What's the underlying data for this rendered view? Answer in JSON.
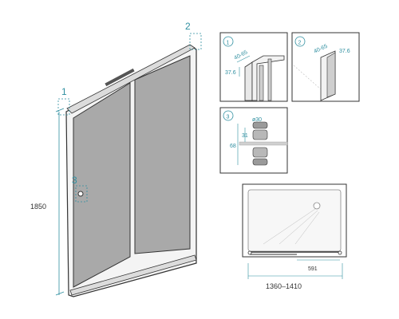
{
  "main": {
    "callout_top_left": "1",
    "callout_top_right": "2",
    "callout_handle": "3",
    "height_label": "1850"
  },
  "detail1": {
    "badge": "1",
    "dim_a": "40-65",
    "dim_b": "37.6"
  },
  "detail2": {
    "badge": "2",
    "dim_a": "40-65",
    "dim_b": "37.6"
  },
  "detail3": {
    "badge": "3",
    "dim_diameter": "ø30",
    "dim_31": "31",
    "dim_68": "68"
  },
  "plan": {
    "width_label": "1360–1410",
    "opening_label": "591"
  },
  "colors": {
    "accent": "#2f8fa0",
    "line": "#333333",
    "glass": "#a9a9a9"
  }
}
